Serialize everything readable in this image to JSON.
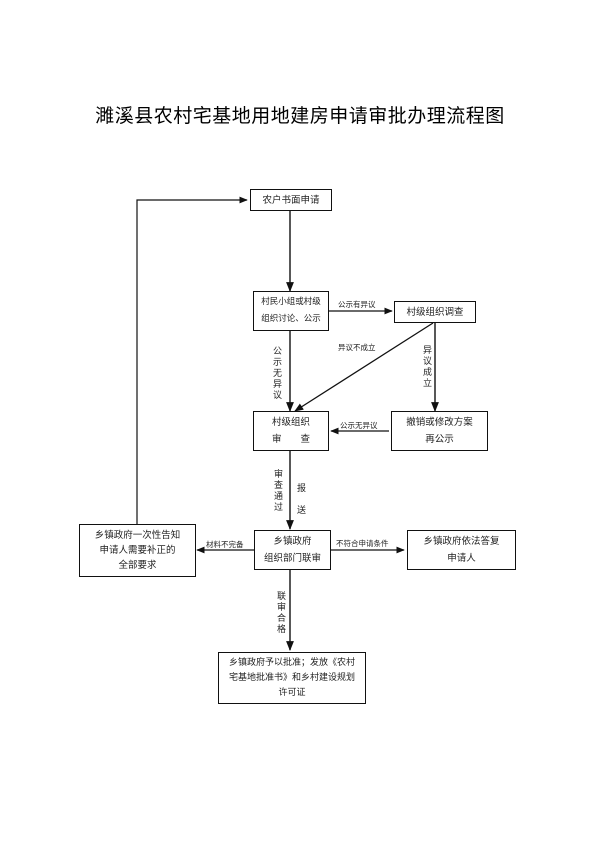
{
  "title": "濉溪县农村宅基地用地建房申请审批办理流程图",
  "nodes": {
    "apply": "农户书面申请",
    "discuss": "村民小组或村级\n组织讨论、公示",
    "investigate": "村级组织调查",
    "review": "村级组织\n审　　查",
    "revise": "撤销或修改方案\n再公示",
    "joint_review": "乡镇政府\n组织部门联审",
    "notify": "乡镇政府一次性告知\n申请人需要补正的\n全部要求",
    "reply": "乡镇政府依法答复\n申请人",
    "approve": "乡镇政府予以批准；发放《农村\n宅基地批准书》和乡村建设规划\n许可证"
  },
  "edge_labels": {
    "objection": "公示有异议",
    "no_objection_v": "公示无异议",
    "objection_rejected": "异议不成立",
    "objection_upheld": "异议成立",
    "no_objection_h": "公示无异议",
    "review_passed": "审查通过",
    "submit": "报送",
    "incomplete": "材料不完备",
    "ineligible": "不符合申请条件",
    "joint_passed": "联审合格"
  }
}
